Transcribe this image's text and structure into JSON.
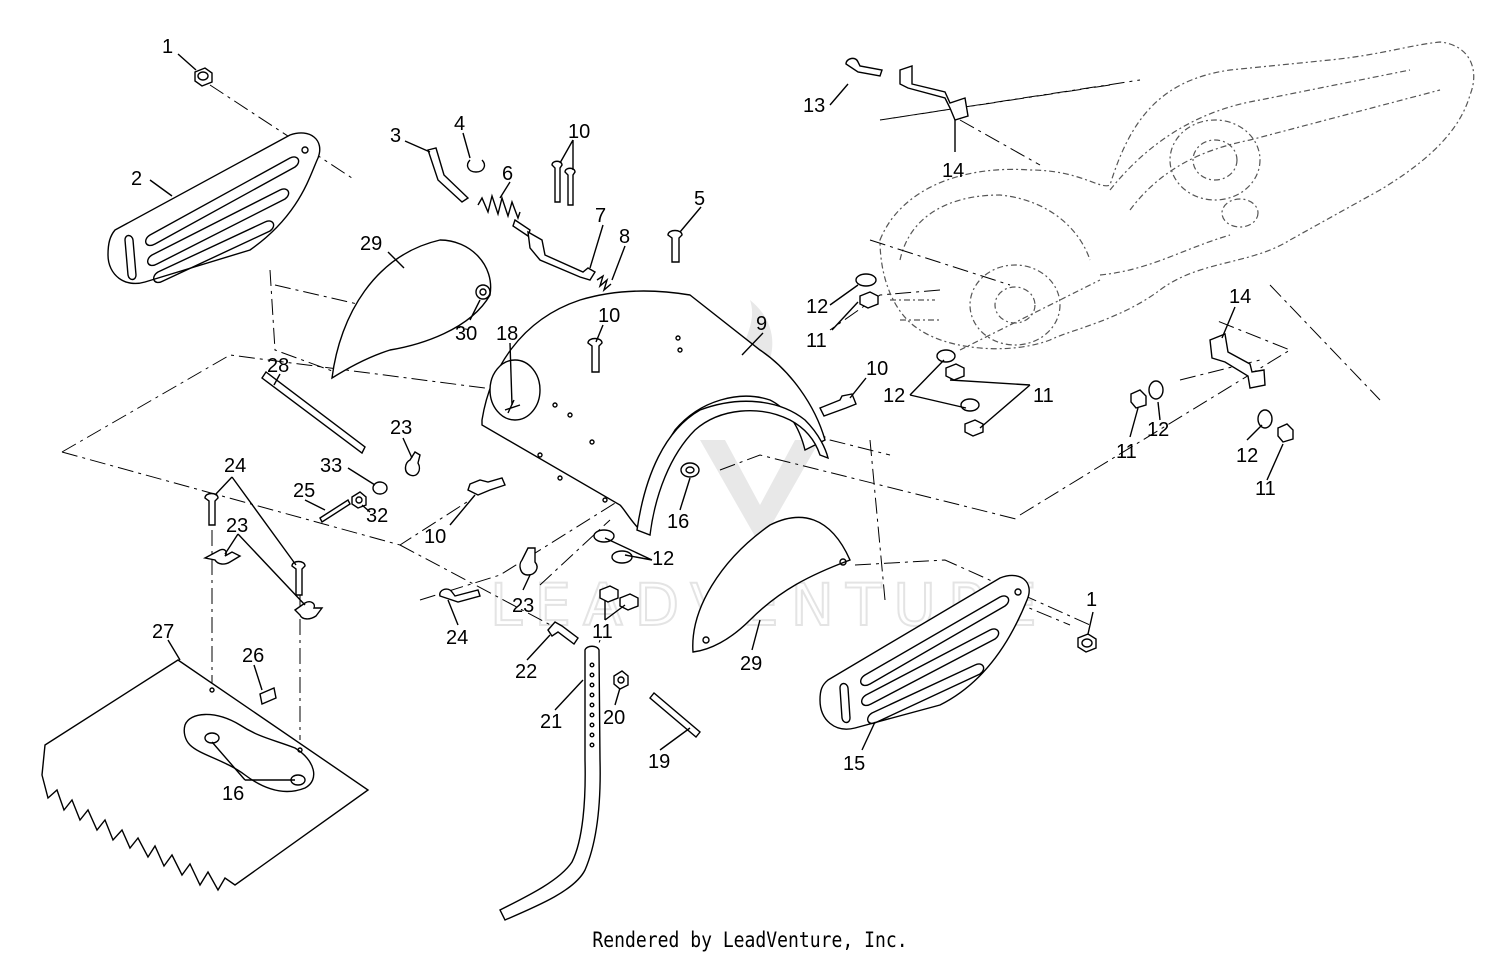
{
  "footer_text": "Rendered by LeadVenture, Inc.",
  "watermark_text": "LEADVENTURE",
  "callouts": [
    {
      "id": "c1a",
      "label": "1"
    },
    {
      "id": "c2",
      "label": "2"
    },
    {
      "id": "c3",
      "label": "3"
    },
    {
      "id": "c4",
      "label": "4"
    },
    {
      "id": "c10a",
      "label": "10"
    },
    {
      "id": "c6",
      "label": "6"
    },
    {
      "id": "c7",
      "label": "7"
    },
    {
      "id": "c8",
      "label": "8"
    },
    {
      "id": "c5",
      "label": "5"
    },
    {
      "id": "c29a",
      "label": "29"
    },
    {
      "id": "c30",
      "label": "30"
    },
    {
      "id": "c18",
      "label": "18"
    },
    {
      "id": "c10b",
      "label": "10"
    },
    {
      "id": "c9",
      "label": "9"
    },
    {
      "id": "c28",
      "label": "28"
    },
    {
      "id": "c23a",
      "label": "23"
    },
    {
      "id": "c33",
      "label": "33"
    },
    {
      "id": "c25",
      "label": "25"
    },
    {
      "id": "c32",
      "label": "32"
    },
    {
      "id": "c24a",
      "label": "24"
    },
    {
      "id": "c23b",
      "label": "23"
    },
    {
      "id": "c10c",
      "label": "10"
    },
    {
      "id": "c10d",
      "label": "10"
    },
    {
      "id": "c16a",
      "label": "16"
    },
    {
      "id": "c12a",
      "label": "12"
    },
    {
      "id": "c23c",
      "label": "23"
    },
    {
      "id": "c11a",
      "label": "11"
    },
    {
      "id": "c24b",
      "label": "24"
    },
    {
      "id": "c27",
      "label": "27"
    },
    {
      "id": "c26",
      "label": "26"
    },
    {
      "id": "c22",
      "label": "22"
    },
    {
      "id": "c21",
      "label": "21"
    },
    {
      "id": "c20",
      "label": "20"
    },
    {
      "id": "c19",
      "label": "19"
    },
    {
      "id": "c29b",
      "label": "29"
    },
    {
      "id": "c16b",
      "label": "16"
    },
    {
      "id": "c13",
      "label": "13"
    },
    {
      "id": "c14a",
      "label": "14"
    },
    {
      "id": "c12b",
      "label": "12"
    },
    {
      "id": "c11b",
      "label": "11"
    },
    {
      "id": "c12c",
      "label": "12"
    },
    {
      "id": "c11c",
      "label": "11"
    },
    {
      "id": "c14b",
      "label": "14"
    },
    {
      "id": "c11d",
      "label": "11"
    },
    {
      "id": "c12d",
      "label": "12"
    },
    {
      "id": "c12e",
      "label": "12"
    },
    {
      "id": "c11e",
      "label": "11"
    },
    {
      "id": "c1b",
      "label": "1"
    },
    {
      "id": "c15",
      "label": "15"
    }
  ]
}
